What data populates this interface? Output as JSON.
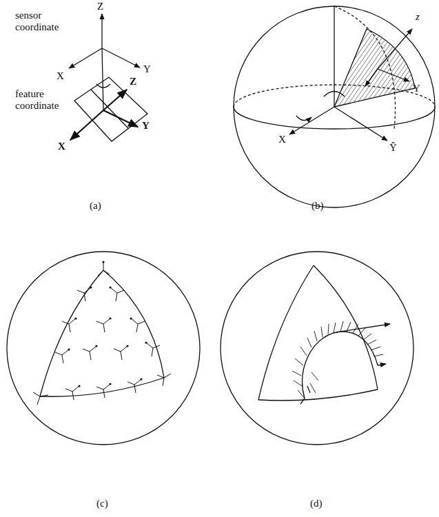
{
  "diagram": {
    "labels": [
      "Z",
      "sensor coordinate",
      "X",
      "Y",
      "feature coordinate",
      "Z",
      "X",
      "Y",
      "(a)",
      "z",
      "Y",
      "X",
      "Ŷ",
      "(b)",
      "(c)",
      "(d)"
    ]
  }
}
